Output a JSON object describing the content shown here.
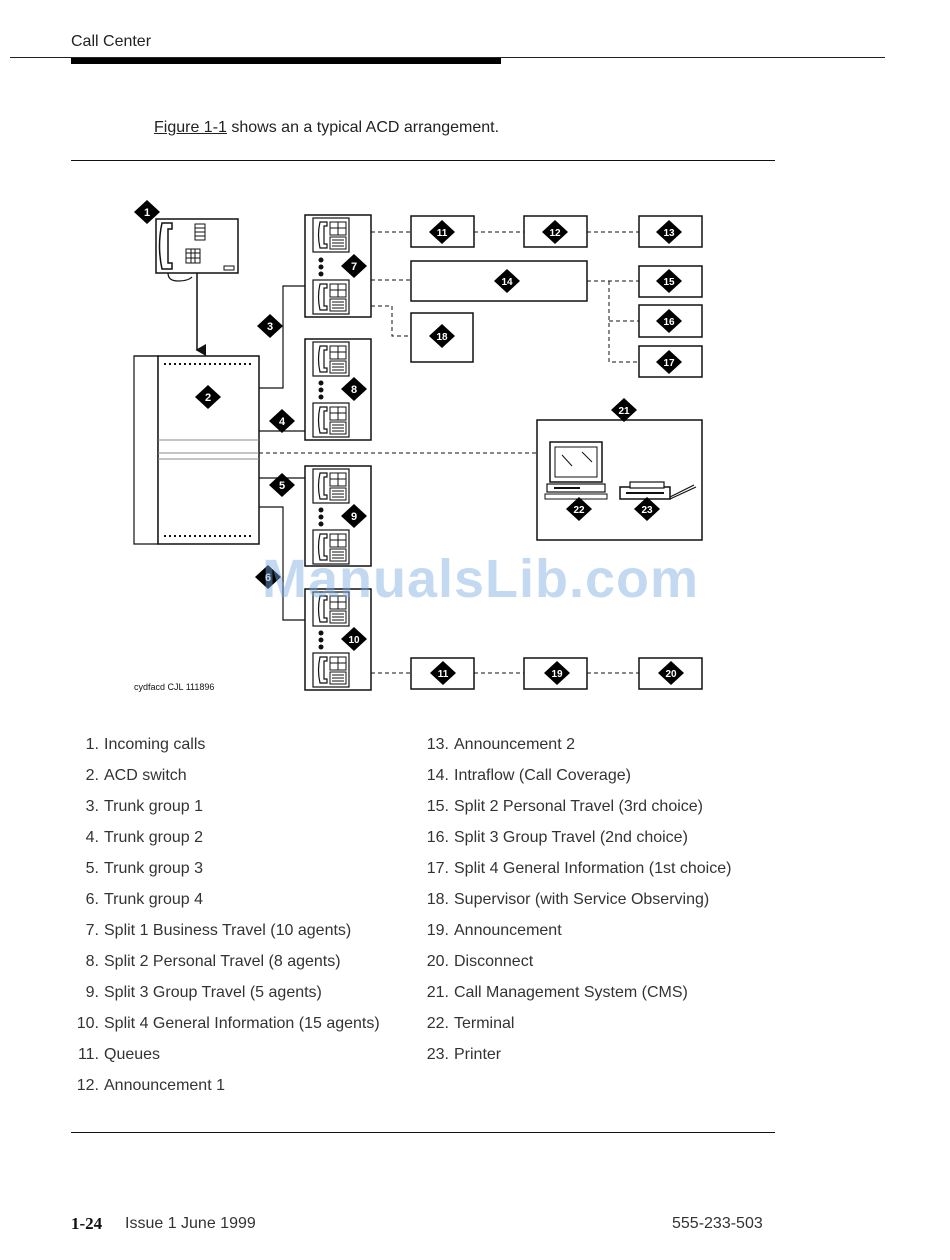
{
  "header": {
    "title": "Call Center"
  },
  "intro": {
    "figure_ref": "Figure 1-1",
    "text": " shows an a typical ACD arrangement."
  },
  "diagram": {
    "credit": "cydfacd CJL 111896",
    "callouts": [
      "1",
      "2",
      "3",
      "4",
      "5",
      "6",
      "7",
      "8",
      "9",
      "10",
      "11",
      "12",
      "13",
      "14",
      "15",
      "16",
      "17",
      "18",
      "11",
      "19",
      "20",
      "21",
      "22",
      "23"
    ]
  },
  "legend": [
    {
      "num": "1.",
      "label": "Incoming calls"
    },
    {
      "num": "2.",
      "label": "ACD switch"
    },
    {
      "num": "3.",
      "label": "Trunk group 1"
    },
    {
      "num": "4.",
      "label": "Trunk group 2"
    },
    {
      "num": "5.",
      "label": "Trunk group 3"
    },
    {
      "num": "6.",
      "label": "Trunk group 4"
    },
    {
      "num": "7.",
      "label": "Split 1 Business Travel (10 agents)"
    },
    {
      "num": "8.",
      "label": "Split 2 Personal Travel (8 agents)"
    },
    {
      "num": "9.",
      "label": "Split 3 Group Travel (5 agents)"
    },
    {
      "num": "10.",
      "label": "Split 4 General Information (15 agents)"
    },
    {
      "num": "11.",
      "label": "Queues"
    },
    {
      "num": "12.",
      "label": "Announcement 1"
    },
    {
      "num": "13.",
      "label": "Announcement 2"
    },
    {
      "num": "14.",
      "label": "Intraflow (Call Coverage)"
    },
    {
      "num": "15.",
      "label": "Split 2 Personal Travel (3rd choice)"
    },
    {
      "num": "16.",
      "label": "Split 3 Group Travel (2nd choice)"
    },
    {
      "num": "17.",
      "label": "Split 4 General Information (1st choice)"
    },
    {
      "num": "18.",
      "label": "Supervisor (with Service Observing)"
    },
    {
      "num": "19.",
      "label": "Announcement"
    },
    {
      "num": "20.",
      "label": "Disconnect"
    },
    {
      "num": "21.",
      "label": "Call Management System (CMS)"
    },
    {
      "num": "22.",
      "label": "Terminal"
    },
    {
      "num": "23.",
      "label": "Printer"
    }
  ],
  "watermark": "ManualsLib.com",
  "footer": {
    "page_number": "1-24",
    "issue": "Issue 1 June 1999",
    "doc_number": "555-233-503"
  }
}
